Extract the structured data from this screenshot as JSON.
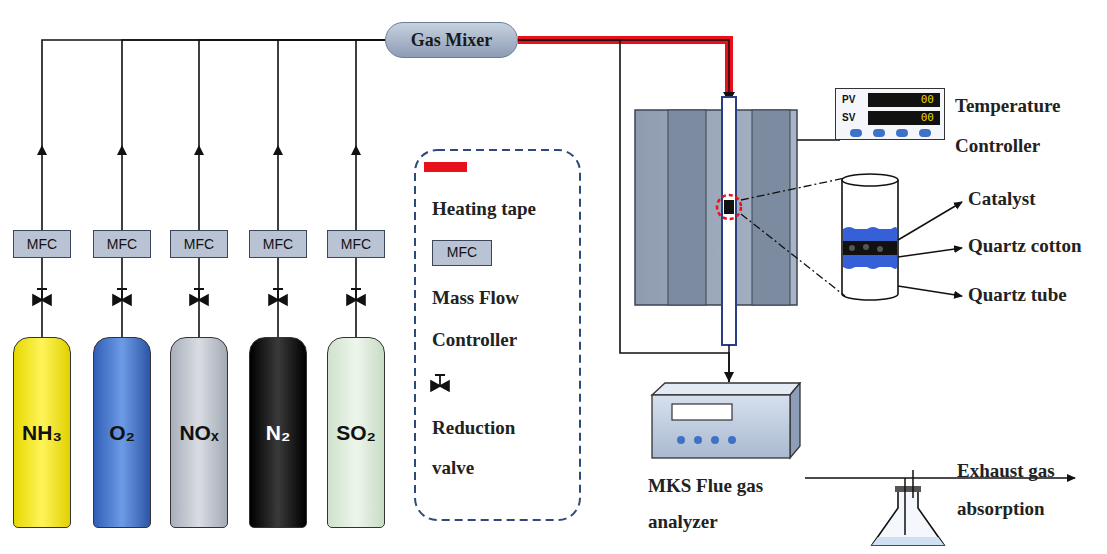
{
  "diagram": {
    "nodes": [
      {
        "text": [
          "Gas Mixer"
        ]
      },
      {
        "text": [
          "PV",
          "00",
          "SV",
          "00"
        ]
      },
      {
        "text": [
          "MFC"
        ]
      },
      {
        "text": [
          "MFC"
        ]
      },
      {
        "text": [
          "MFC"
        ]
      },
      {
        "text": [
          "MFC"
        ]
      },
      {
        "text": [
          "MFC"
        ]
      },
      {
        "text": [
          "NH₃"
        ]
      },
      {
        "text": [
          "O₂"
        ]
      },
      {
        "text": [
          "NOₓ"
        ]
      },
      {
        "text": [
          "N₂"
        ]
      },
      {
        "text": [
          "SO₂"
        ]
      },
      {
        "text": [
          "MKS Flue gas analyzer"
        ]
      }
    ],
    "edges": [
      {
        "from": 7,
        "to": 2,
        "arrow": "none"
      },
      {
        "from": 8,
        "to": 3,
        "arrow": "none"
      },
      {
        "from": 9,
        "to": 4,
        "arrow": "none"
      },
      {
        "from": 10,
        "to": 5,
        "arrow": "none"
      },
      {
        "from": 11,
        "to": 6,
        "arrow": "none"
      },
      {
        "from": 2,
        "to": 0,
        "arrow": "to"
      },
      {
        "from": 3,
        "to": 0,
        "arrow": "to"
      },
      {
        "from": 4,
        "to": 0,
        "arrow": "to"
      },
      {
        "from": 5,
        "to": 0,
        "arrow": "to"
      },
      {
        "from": 6,
        "to": 0,
        "arrow": "to"
      },
      {
        "from": 0,
        "to": 12,
        "arrow": "to"
      }
    ],
    "labels": [
      "MFC",
      "Catalyst",
      "Quartz cotton",
      "Quartz tube",
      "Temperature Controller",
      "Exhaust gas absorption"
    ],
    "legend": [
      {
        "text": "Heating tape",
        "color": "#e8101a"
      },
      {
        "text": "Mass Flow Controller"
      },
      {
        "text": "Reduction valve"
      }
    ]
  }
}
